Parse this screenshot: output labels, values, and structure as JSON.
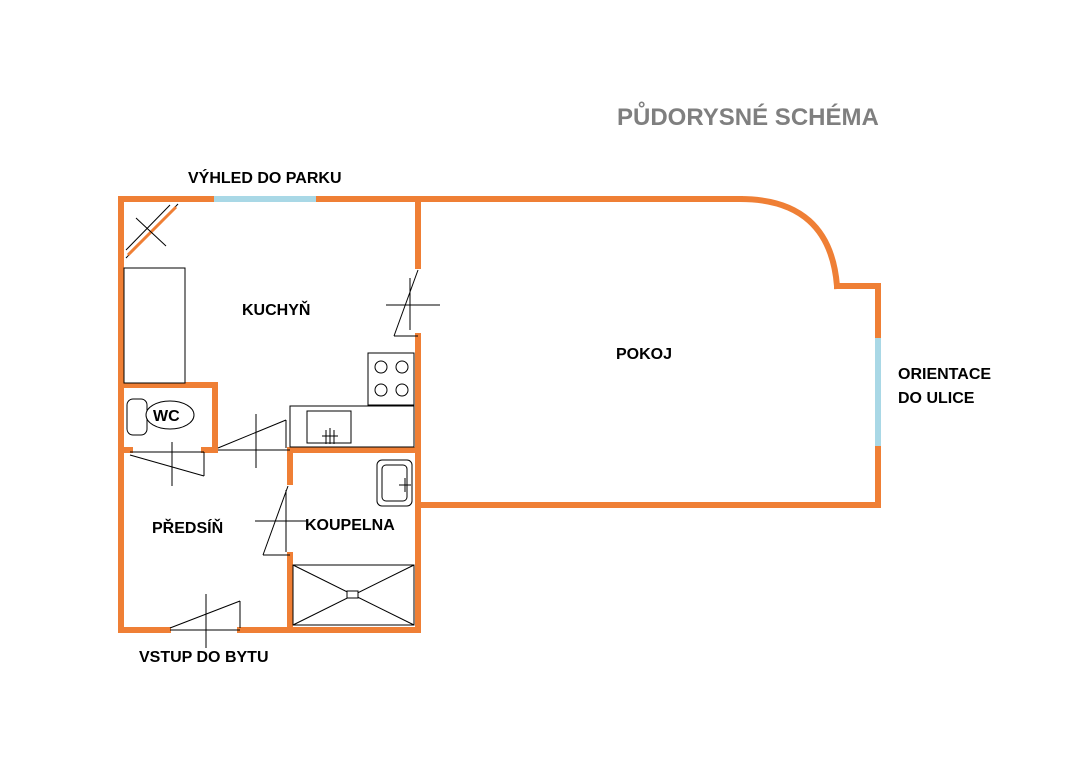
{
  "title": "PŮDORYSNÉ SCHÉMA",
  "labels": {
    "view_park": "VÝHLED DO PARKU",
    "kitchen": "KUCHYŇ",
    "room": "POKOJ",
    "orientation_line1": "ORIENTACE",
    "orientation_line2": "DO ULICE",
    "wc": "WC",
    "hallway": "PŘEDSÍŇ",
    "bathroom": "KOUPELNA",
    "entrance": "VSTUP DO BYTU"
  },
  "colors": {
    "wall": "#ef7f35",
    "window": "#a9d8e6",
    "title": "#7f7f7f",
    "text": "#000000"
  }
}
